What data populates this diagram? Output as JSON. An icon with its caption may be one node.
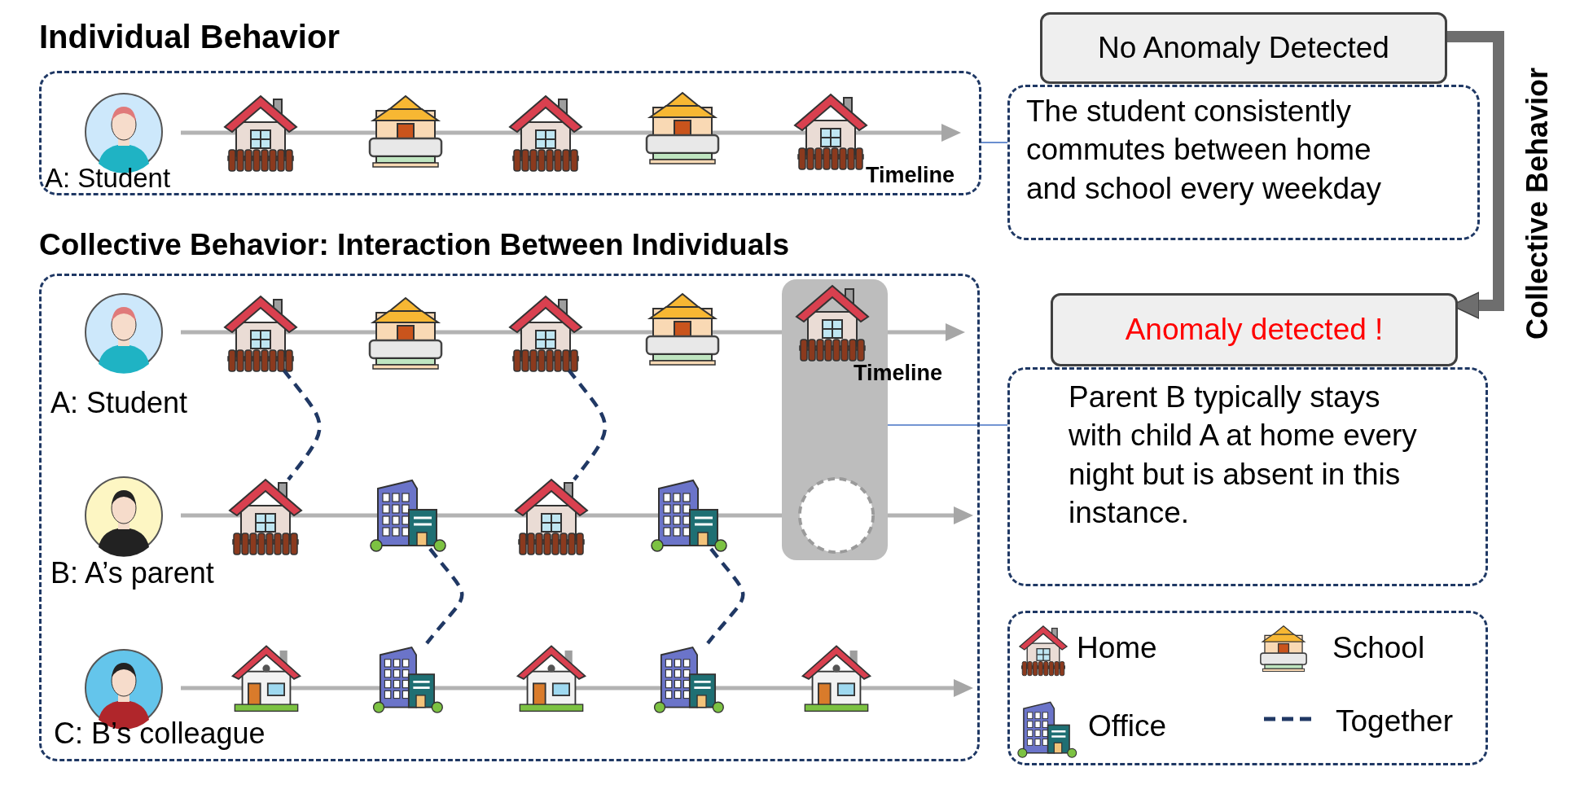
{
  "diagram": {
    "nodes": [
      {
        "text": [
          "Individual Behavior"
        ]
      },
      {
        "text": [],
        "shape": "picture",
        "in": 0
      },
      {
        "text": [],
        "shape": "picture",
        "in": 0
      },
      {
        "text": [],
        "shape": "picture",
        "in": 0
      },
      {
        "text": [],
        "shape": "picture",
        "in": 0
      },
      {
        "text": [],
        "shape": "picture",
        "in": 0
      },
      {
        "text": [
          "Collective Behavior: Interaction Between Individuals"
        ]
      },
      {
        "text": [],
        "shape": "picture",
        "in": 6
      },
      {
        "text": [],
        "shape": "picture",
        "in": 6
      },
      {
        "text": [],
        "shape": "picture",
        "in": 6
      },
      {
        "text": [],
        "shape": "picture",
        "in": 6
      },
      {
        "text": [],
        "shape": "box",
        "in": 6
      },
      {
        "text": [],
        "shape": "picture",
        "in": 11
      },
      {
        "text": [],
        "shape": "picture",
        "in": 6
      },
      {
        "text": [],
        "shape": "picture",
        "in": 6
      },
      {
        "text": [],
        "shape": "picture",
        "in": 6
      },
      {
        "text": [],
        "shape": "picture",
        "in": 6
      },
      {
        "text": [],
        "shape": "circle",
        "in": 11
      },
      {
        "text": [],
        "shape": "picture",
        "in": 6
      },
      {
        "text": [],
        "shape": "picture",
        "in": 6
      },
      {
        "text": [],
        "shape": "picture",
        "in": 6
      },
      {
        "text": [],
        "shape": "picture",
        "in": 6
      },
      {
        "text": [],
        "shape": "picture",
        "in": 6
      },
      {
        "text": [
          "No Anomaly Detected"
        ]
      },
      {
        "text": [
          "The student consistently commutes between home and school every weekday"
        ]
      },
      {
        "text": [
          "Anomaly detected !"
        ]
      },
      {
        "text": [
          "Parent B typically stays with child A at home every night but is absent in this instance."
        ]
      }
    ],
    "edges": [
      {
        "from": 7,
        "to": 13,
        "arrow": "none",
        "style": "dashed"
      },
      {
        "from": 9,
        "to": 15,
        "arrow": "none",
        "style": "dashed"
      },
      {
        "from": 14,
        "to": 19,
        "arrow": "none",
        "style": "dashed"
      },
      {
        "from": 16,
        "to": 21,
        "arrow": "none",
        "style": "dashed"
      },
      {
        "from": 23,
        "to": 25,
        "arrow": "to",
        "label": "Collective Behavior",
        "style": "thick",
        "color": "#6e6e6e"
      },
      {
        "from": 0,
        "to": 24,
        "arrow": "none",
        "color": "#4472c4"
      },
      {
        "from": 11,
        "to": 26,
        "arrow": "none",
        "color": "#4472c4"
      }
    ],
    "labels": [
      "A: Student",
      "Timeline",
      "A: Student",
      "Timeline",
      "B: A’s parent",
      "C: B’s colleague"
    ],
    "legend": [
      {
        "text": "Home"
      },
      {
        "text": "School"
      },
      {
        "text": "Office"
      },
      {
        "text": "Together"
      }
    ]
  }
}
